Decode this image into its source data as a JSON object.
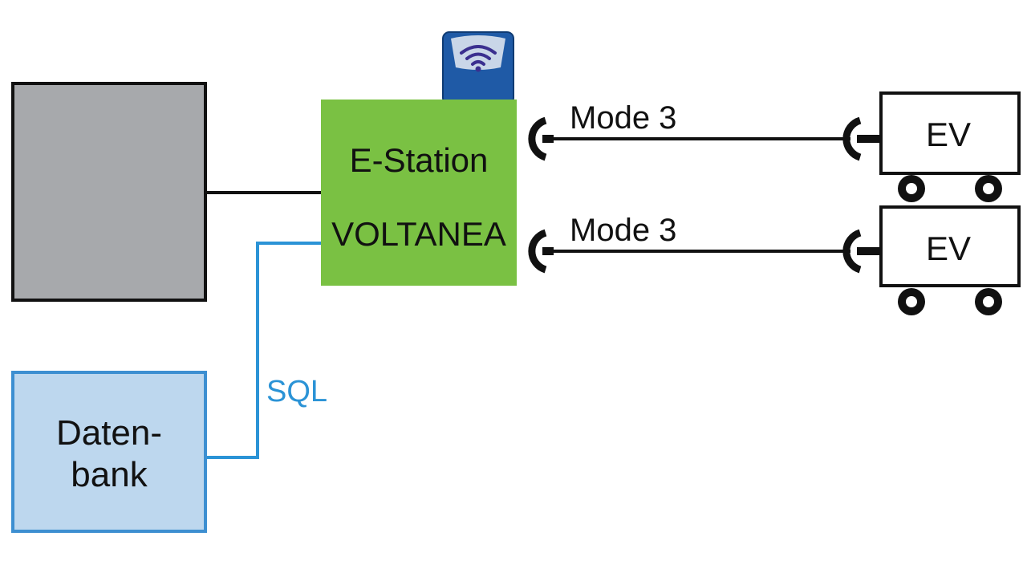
{
  "station": {
    "line1": "E-Station",
    "line2": "VOLTANEA"
  },
  "database": {
    "line1": "Daten-",
    "line2": "bank"
  },
  "links": {
    "sql": "SQL",
    "mode_top": "Mode 3",
    "mode_bottom": "Mode 3"
  },
  "vehicles": [
    {
      "label": "EV"
    },
    {
      "label": "EV"
    }
  ],
  "icons": {
    "wifi": "wifi-icon",
    "plug": "plug-icon",
    "wheel": "wheel-icon"
  },
  "colors": {
    "station_fill": "#7ac143",
    "server_fill": "#a7a9ac",
    "database_fill": "#bdd7ee",
    "database_stroke": "#3d8fd1",
    "sql_line": "#2b93d6",
    "wifi_badge": "#1f5aa6",
    "ink": "#111111"
  }
}
